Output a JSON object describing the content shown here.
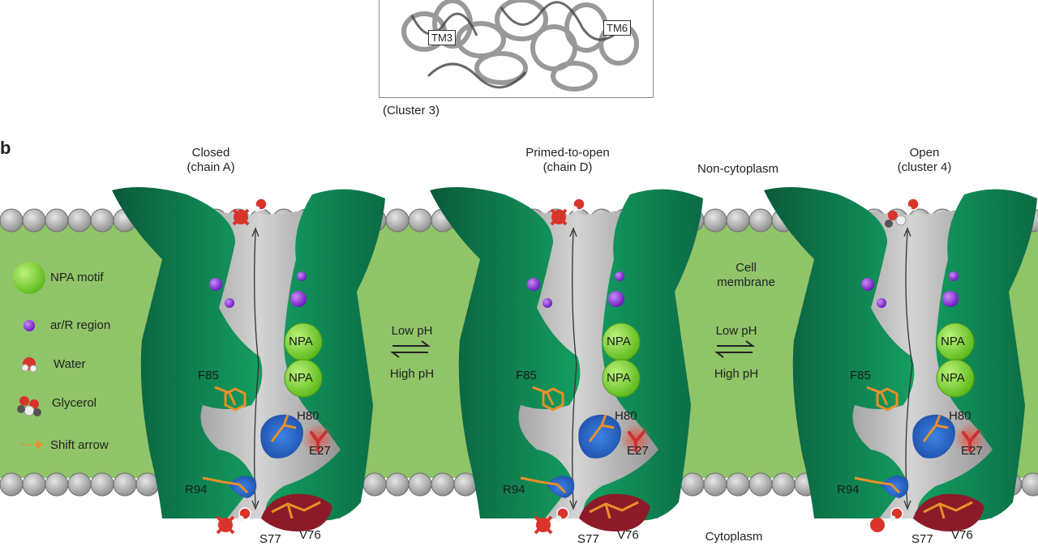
{
  "panel_label": "b",
  "inset": {
    "labels": [
      "TM3",
      "TM6"
    ],
    "caption": "(Cluster 3)"
  },
  "states": [
    {
      "title_line1": "Closed",
      "title_line2": "(chain A)"
    },
    {
      "title_line1": "Primed-to-open",
      "title_line2": "(chain D)"
    },
    {
      "title_line1": "Open",
      "title_line2": "(cluster 4)"
    }
  ],
  "regions": {
    "top": "Non-cytoplasm",
    "membrane_line1": "Cell",
    "membrane_line2": "membrane",
    "bottom": "Cytoplasm"
  },
  "equilibria": [
    {
      "top": "Low pH",
      "bottom": "High pH"
    },
    {
      "top": "Low pH",
      "bottom": "High pH"
    }
  ],
  "legend": [
    {
      "label": "NPA motif",
      "icon": "npa-motif-icon",
      "color": "#7ed321"
    },
    {
      "label": "ar/R region",
      "icon": "ar-r-region-icon",
      "color": "#8a2be2"
    },
    {
      "label": "Water",
      "icon": "water-icon",
      "color": "#d9342b"
    },
    {
      "label": "Glycerol",
      "icon": "glycerol-icon",
      "color": "#d9342b"
    },
    {
      "label": "Shift arrow",
      "icon": "shift-arrow-icon",
      "color": "#e8902a"
    }
  ],
  "npa_label": "NPA",
  "residues": {
    "f85": "F85",
    "h80": "H80",
    "e27": "E27",
    "r94": "R94",
    "s77": "S77",
    "v76": "V76"
  },
  "colors": {
    "membrane": "#90c468",
    "protein_dark": "#0d6b45",
    "protein_mid": "#139a5c",
    "lipid_head": "#a8a8a8",
    "pore": "#a9a9a9",
    "npa": "#7ed321",
    "arR": "#8a2be2",
    "his": "#2a6bd1",
    "glu": "#c83232",
    "arrow": "#e8902a"
  }
}
